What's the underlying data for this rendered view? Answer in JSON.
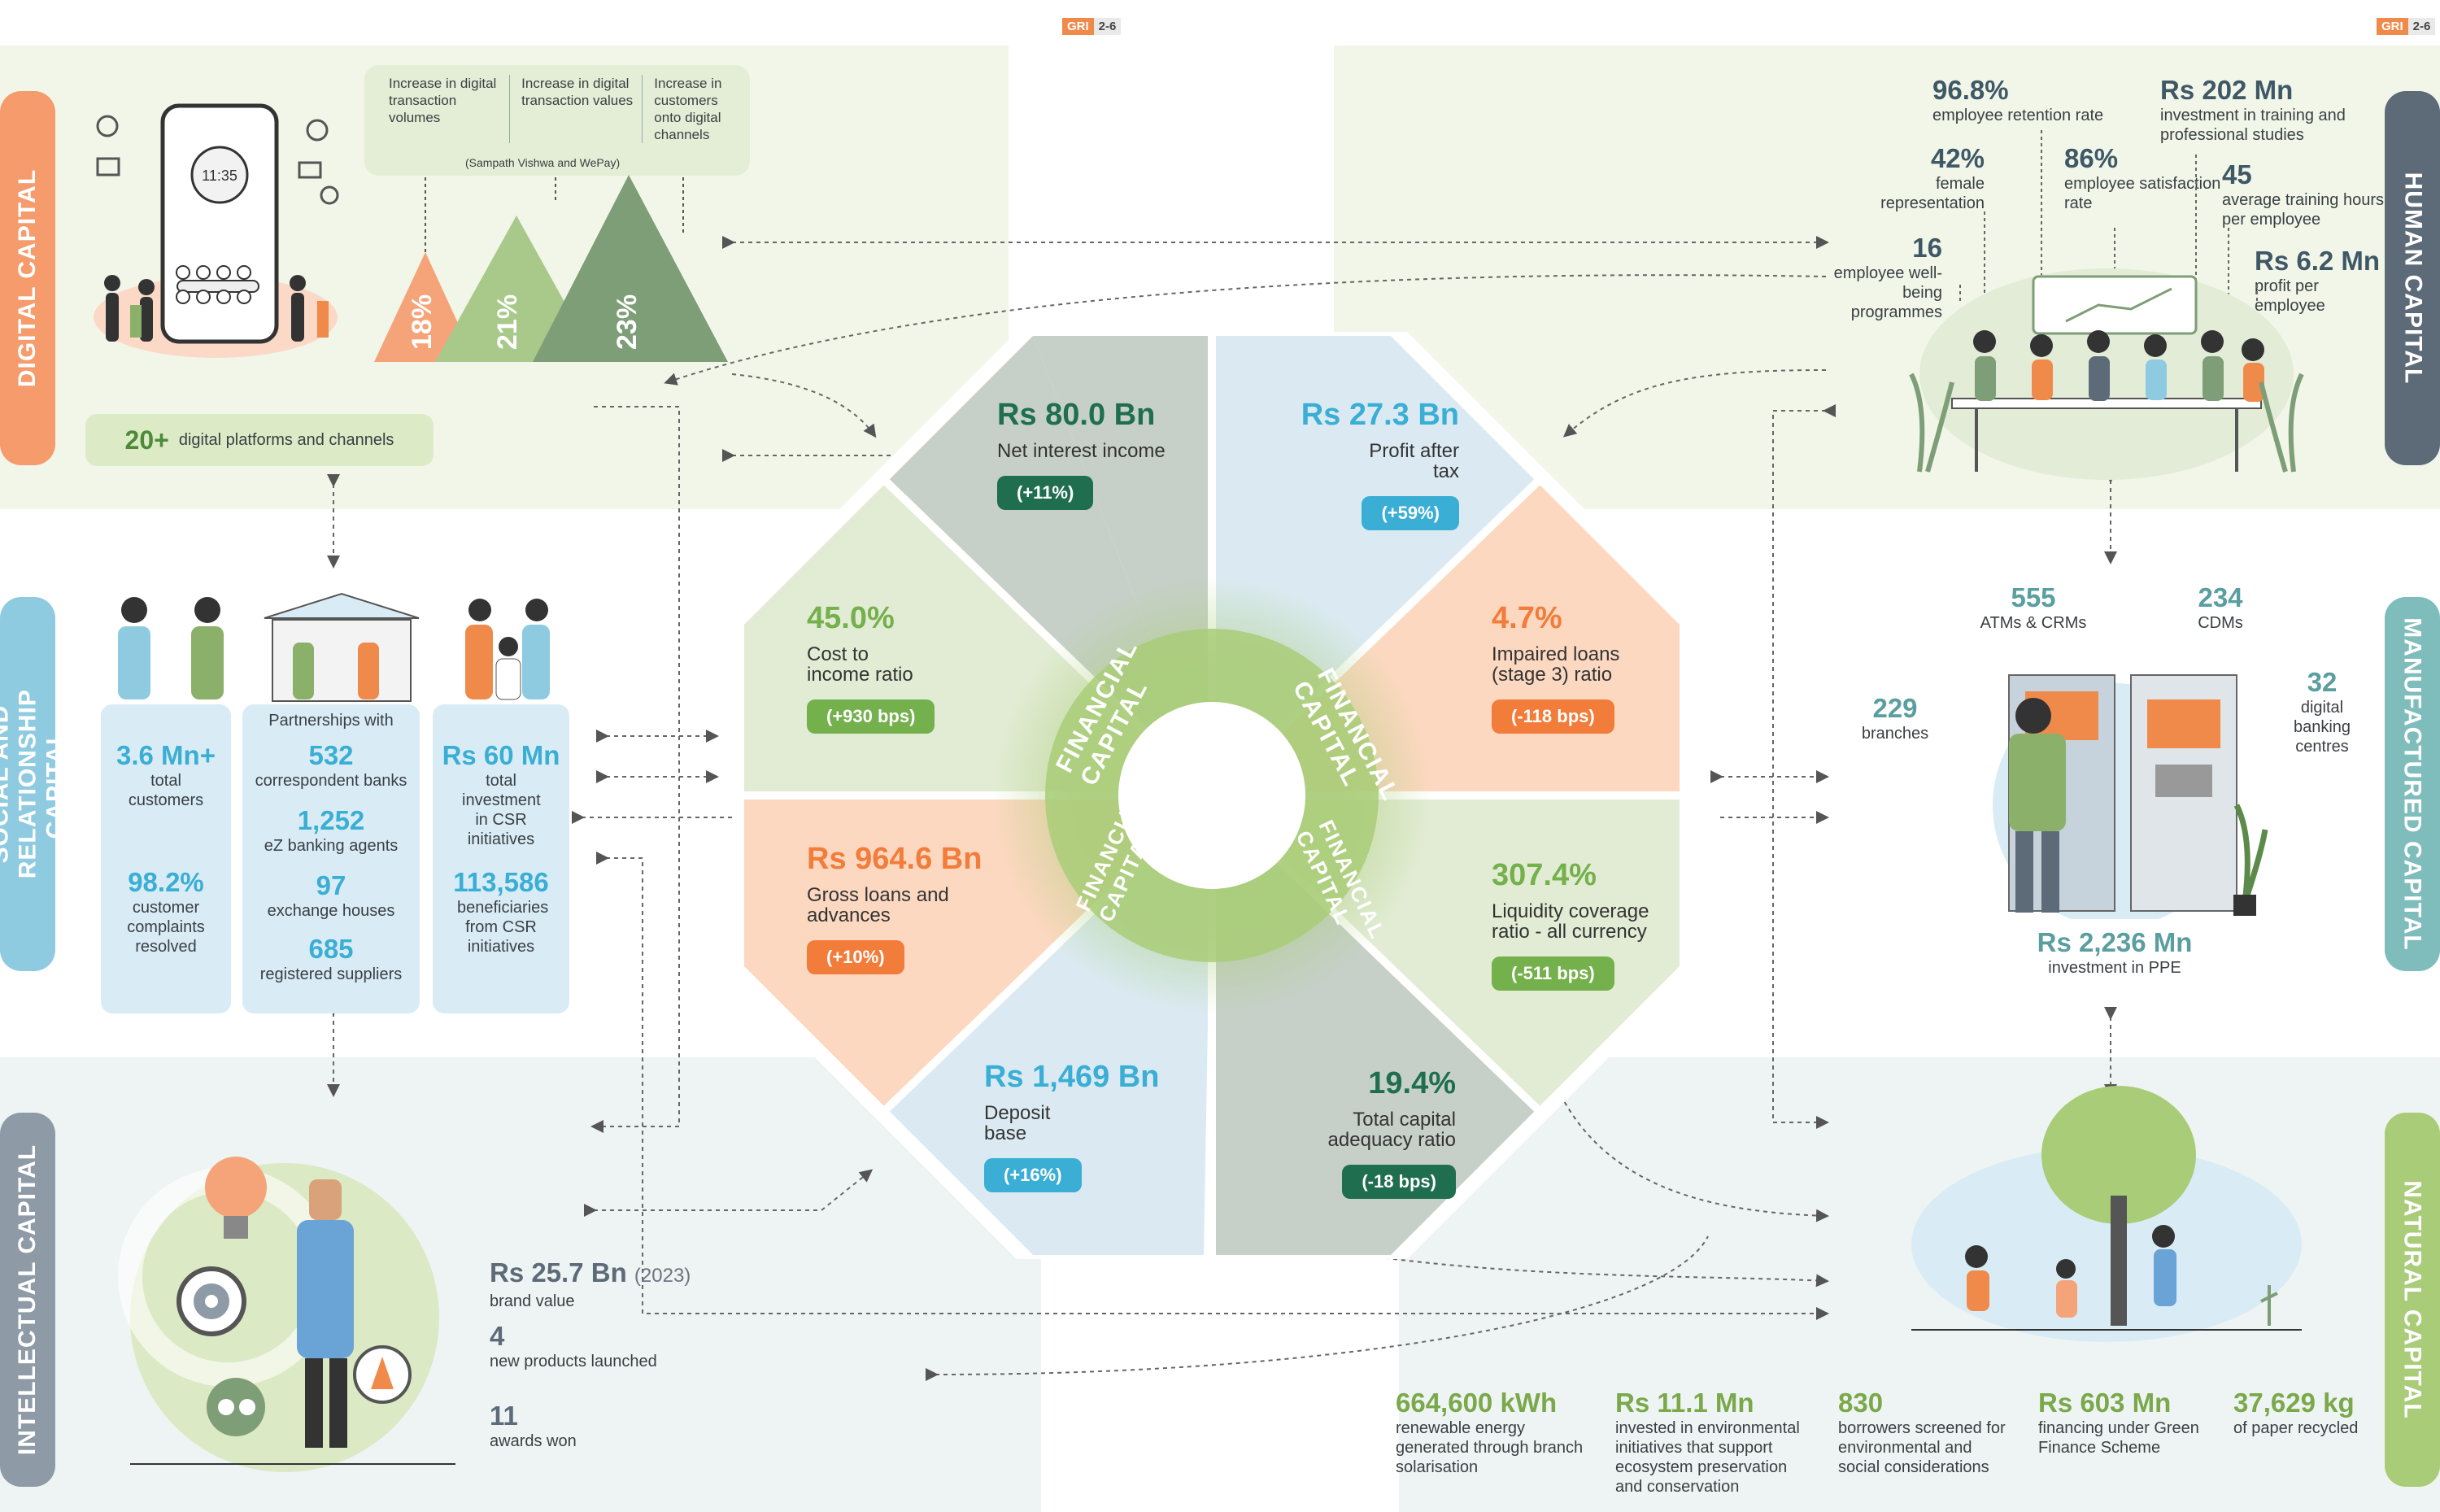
{
  "gri": {
    "tag": "GRI",
    "code": "2-6"
  },
  "capitals": {
    "digital": "DIGITAL CAPITAL",
    "social": "SOCIAL AND RELATIONSHIP CAPITAL",
    "intellectual": "INTELLECTUAL CAPITAL",
    "human": "HUMAN CAPITAL",
    "manufactured": "MANUFACTURED CAPITAL",
    "natural": "NATURAL CAPITAL",
    "financial": "FINANCIAL CAPITAL"
  },
  "colors": {
    "digital": "#f59b6c",
    "social": "#8fcbe0",
    "intellectual": "#8e9aa6",
    "human": "#5d6b79",
    "manufactured": "#7fbcbc",
    "natural": "#a9cc78",
    "band_green": "#f1f6e9",
    "band_blue": "#eef4f3"
  },
  "digital": {
    "phone_time": "11:35",
    "legend": [
      {
        "text": "Increase in digital transaction volumes",
        "value": "18%",
        "color": "#f5a47a"
      },
      {
        "text": "Increase in digital transaction values",
        "value": "21%",
        "color": "#a9c98a"
      },
      {
        "text": "Increase in customers onto digital channels",
        "value": "23%",
        "color": "#7d9e76"
      }
    ],
    "legend_note": "(Sampath Vishwa and WePay)",
    "platforms_value": "20+",
    "platforms_label": "digital platforms and channels"
  },
  "social": {
    "col1": [
      {
        "value": "3.6 Mn+",
        "label": "total customers"
      },
      {
        "value": "98.2%",
        "label": "customer complaints resolved"
      }
    ],
    "col2_header": "Partnerships with",
    "col2": [
      {
        "value": "532",
        "label": "correspondent banks"
      },
      {
        "value": "1,252",
        "label": "eZ banking agents"
      },
      {
        "value": "97",
        "label": "exchange houses"
      },
      {
        "value": "685",
        "label": "registered suppliers"
      }
    ],
    "col3": [
      {
        "value": "Rs 60 Mn",
        "label": "total investment in CSR initiatives"
      },
      {
        "value": "113,586",
        "label": "beneficiaries from CSR initiatives"
      }
    ]
  },
  "intellectual": {
    "brand_value": "Rs 25.7 Bn",
    "brand_year": "(2023)",
    "brand_label": "brand value",
    "products_value": "4",
    "products_label": "new products launched",
    "awards_value": "11",
    "awards_label": "awards won"
  },
  "human": {
    "retention_value": "96.8%",
    "retention_label": "employee retention rate",
    "training_inv_value": "Rs 202 Mn",
    "training_inv_label": "investment in training and professional studies",
    "female_value": "42%",
    "female_label": "female representation",
    "satisfaction_value": "86%",
    "satisfaction_label": "employee satisfaction rate",
    "hours_value": "45",
    "hours_label": "average training hours per employee",
    "wellbeing_value": "16",
    "wellbeing_label": "employee well-being programmes",
    "profit_pe_value": "Rs 6.2 Mn",
    "profit_pe_label": "profit per employee"
  },
  "manufactured": {
    "atms_value": "555",
    "atms_label": "ATMs & CRMs",
    "cdms_value": "234",
    "cdms_label": "CDMs",
    "branches_value": "229",
    "branches_label": "branches",
    "dbc_value": "32",
    "dbc_label": "digital banking centres",
    "ppe_value": "Rs 2,236 Mn",
    "ppe_label": "investment in PPE"
  },
  "natural": {
    "items": [
      {
        "value": "664,600 kWh",
        "label": "renewable energy generated through branch solarisation"
      },
      {
        "value": "Rs 11.1 Mn",
        "label": "invested in environmental initiatives that support ecosystem preservation and conservation"
      },
      {
        "value": "830",
        "label": "borrowers screened for environmental and social considerations"
      },
      {
        "value": "Rs 603 Mn",
        "label": "financing under Green Finance Scheme"
      },
      {
        "value": "37,629 kg",
        "label": "of paper recycled"
      }
    ]
  },
  "financial": {
    "segments": [
      {
        "value": "Rs 80.0 Bn",
        "label": "Net interest income",
        "change": "(+11%)",
        "color": "#1e6e4f"
      },
      {
        "value": "Rs 27.3 Bn",
        "label": "Profit after tax",
        "change": "(+59%)",
        "color": "#3aaed4"
      },
      {
        "value": "4.7%",
        "label": "Impaired loans (stage 3) ratio",
        "change": "(-118 bps)",
        "color": "#f27c3a"
      },
      {
        "value": "307.4%",
        "label": "Liquidity coverage ratio - all currency",
        "change": "(-511 bps)",
        "color": "#74b04c"
      },
      {
        "value": "19.4%",
        "label": "Total capital adequacy ratio",
        "change": "(-18 bps)",
        "color": "#1e6e4f"
      },
      {
        "value": "Rs 1,469 Bn",
        "label": "Deposit base",
        "change": "(+16%)",
        "color": "#3aaed4"
      },
      {
        "value": "Rs 964.6 Bn",
        "label": "Gross loans and advances",
        "change": "(+10%)",
        "color": "#f27c3a"
      },
      {
        "value": "45.0%",
        "label": "Cost to income ratio",
        "change": "(+930 bps)",
        "color": "#74b04c"
      }
    ]
  }
}
